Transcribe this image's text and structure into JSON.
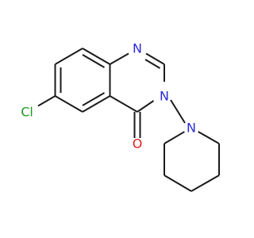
{
  "molecule": {
    "atoms": {
      "cl": {
        "label": "Cl",
        "color": "#1f9a1f"
      },
      "n_top": {
        "label": "N",
        "color": "#2a2ad6"
      },
      "n_mid": {
        "label": "N",
        "color": "#2a2ad6"
      },
      "n_pip": {
        "label": "N",
        "color": "#2a2ad6"
      },
      "o": {
        "label": "O",
        "color": "#e01f1f"
      }
    },
    "bond_color": "#1a1a1a"
  }
}
